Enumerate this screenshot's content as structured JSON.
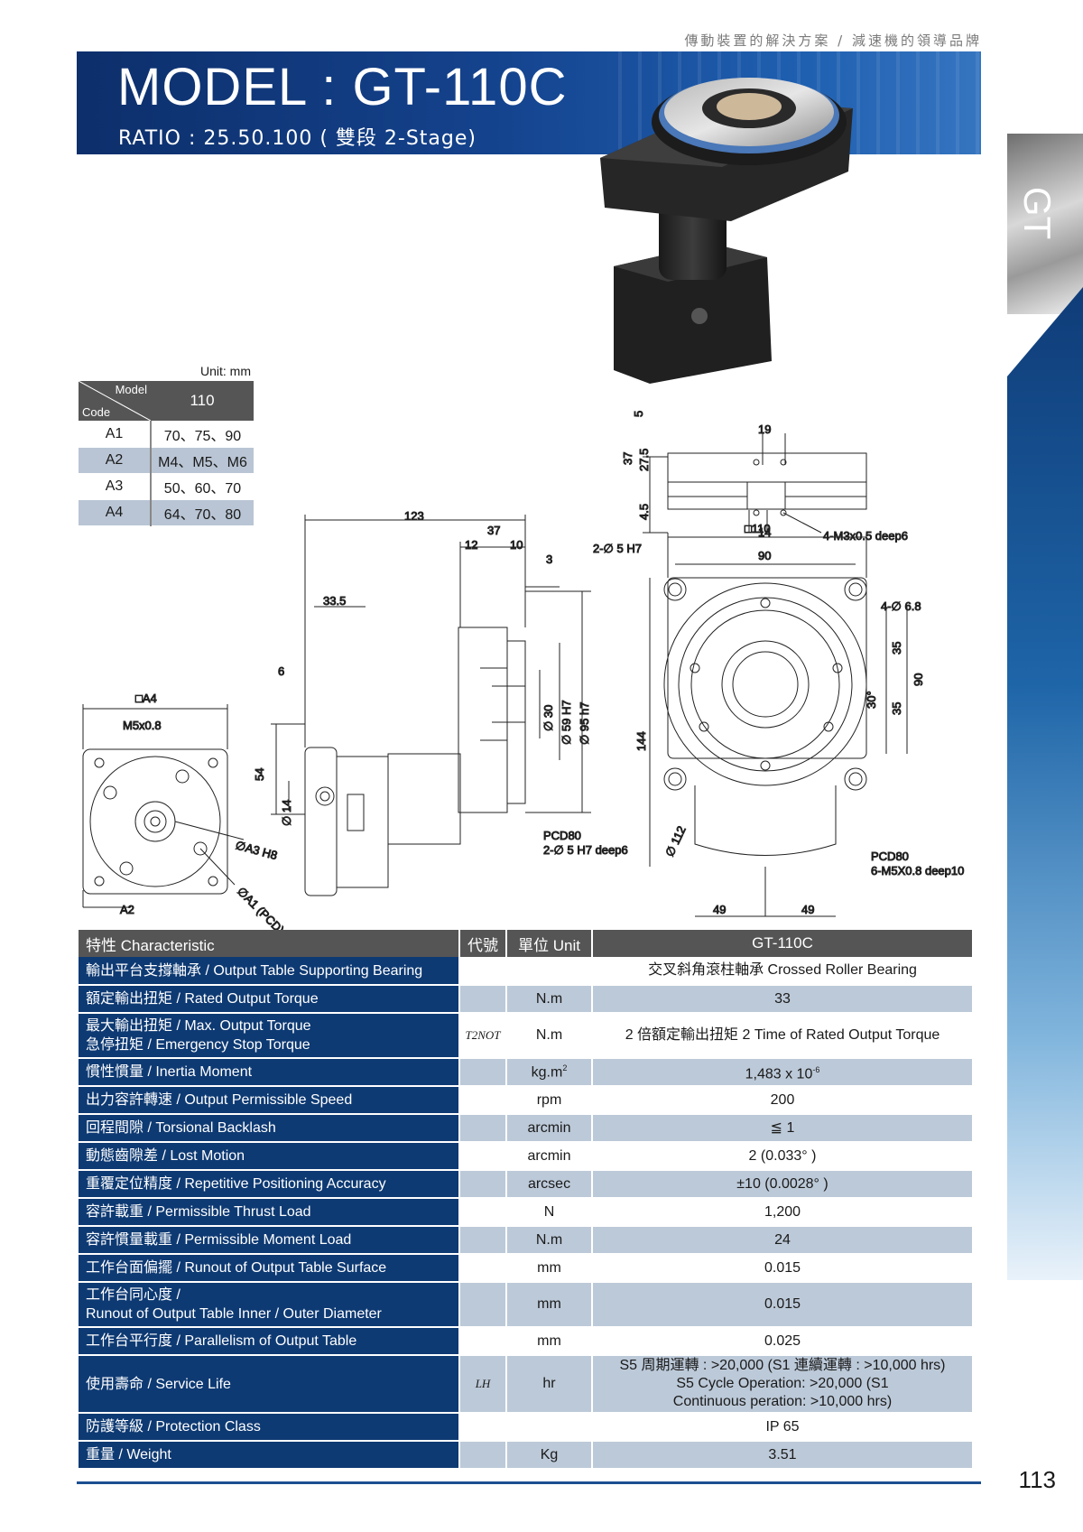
{
  "tagline": "傳動裝置的解決方案 / 減速機的領導品牌",
  "header": {
    "title": "MODEL : GT-110C",
    "ratio": "RATIO : 25.50.100 ( 雙段 2-Stage)"
  },
  "side_label": "GT",
  "code_table": {
    "unit_note": "Unit: mm",
    "header_model": "Model",
    "header_code": "Code",
    "header_value": "110",
    "rows": [
      {
        "code": "A1",
        "value": "70、75、90"
      },
      {
        "code": "A2",
        "value": "M4、M5、M6"
      },
      {
        "code": "A3",
        "value": "50、60、70"
      },
      {
        "code": "A4",
        "value": "64、70、80"
      }
    ]
  },
  "drawing_labels": {
    "d123": "123",
    "d37": "37",
    "d12": "12",
    "d10": "10",
    "d3": "3",
    "d33_5": "33.5",
    "d6": "6",
    "d54": "54",
    "d14": "∅ 14",
    "d30": "∅ 30",
    "d59": "∅ 59 H7",
    "d95": "∅ 95 h7",
    "a4": "□A4",
    "m5": "M5x0.8",
    "a2": "A2",
    "a3": "∅A3 H8",
    "a1": "∅A1 (PCD)",
    "top19": "19",
    "top5": "5",
    "top37": "37",
    "top27_5": "27.5",
    "top4_5": "4.5",
    "top14": "14",
    "topm3": "4-M3x0.5 deep6",
    "sq110": "□110",
    "d90": "90",
    "hole25": "2-∅ 5 H7",
    "hole46": "4-∅ 6.8",
    "d144": "144",
    "d35a": "35",
    "d35b": "35",
    "d90v": "90",
    "deg30": "30°",
    "d112": "∅ 112",
    "d49a": "49",
    "d49b": "49",
    "pcd80a": "PCD80",
    "pcd80a2": "2-∅ 5 H7 deep6",
    "pcd80b": "PCD80",
    "pcd80b2": "6-M5X0.8 deep10"
  },
  "spec_table": {
    "headers": {
      "characteristic": "特性 Characteristic",
      "symbol": "代號",
      "unit": "單位 Unit",
      "model": "GT-110C"
    },
    "rows": [
      {
        "label": "輸出平台支撐軸承 / Output Table Supporting Bearing",
        "symbol": "",
        "unit": "",
        "value": "交叉斜角滾柱軸承 Crossed Roller Bearing"
      },
      {
        "label": "額定輸出扭矩 / Rated Output Torque",
        "symbol": "",
        "unit": "N.m",
        "value": "33"
      },
      {
        "label": "最大輸出扭矩 / Max. Output Torque",
        "label2": "急停扭矩 / Emergency Stop Torque",
        "symbol": "T2NOT",
        "unit": "N.m",
        "value": "2 倍額定輸出扭矩 2 Time of Rated Output Torque"
      },
      {
        "label": "慣性慣量 / Inertia Moment",
        "symbol": "",
        "unit": "kg.m",
        "unit_sup": "2",
        "value": "1,483 x 10",
        "value_sup": "-6"
      },
      {
        "label": "出力容許轉速 / Output Permissible Speed",
        "symbol": "",
        "unit": "rpm",
        "value": "200"
      },
      {
        "label": "回程間隙 / Torsional Backlash",
        "symbol": "",
        "unit": "arcmin",
        "value": "≦ 1"
      },
      {
        "label": "動態齒隙差 / Lost Motion",
        "symbol": "",
        "unit": "arcmin",
        "value": "2 (0.033° )"
      },
      {
        "label": "重覆定位精度 / Repetitive Positioning Accuracy",
        "symbol": "",
        "unit": "arcsec",
        "value": "±10 (0.0028° )"
      },
      {
        "label": "容許載重 / Permissible Thrust Load",
        "symbol": "",
        "unit": "N",
        "value": "1,200"
      },
      {
        "label": "容許慣量載重 / Permissible Moment Load",
        "symbol": "",
        "unit": "N.m",
        "value": "24"
      },
      {
        "label": "工作台面偏擺 / Runout of Output Table Surface",
        "symbol": "",
        "unit": "mm",
        "value": "0.015"
      },
      {
        "label": "工作台同心度 /",
        "label2": "Runout of Output Table Inner / Outer Diameter",
        "symbol": "",
        "unit": "mm",
        "value": "0.015"
      },
      {
        "label": "工作台平行度 / Parallelism of Output Table",
        "symbol": "",
        "unit": "mm",
        "value": "0.025"
      },
      {
        "label": "使用壽命 / Service Life",
        "symbol": "LH",
        "unit": "hr",
        "value": "S5 周期運轉 : >20,000 (S1 連續運轉 : >10,000 hrs)",
        "value2": "S5 Cycle Operation: >20,000 (S1",
        "value3": "Continuous peration: >10,000 hrs)"
      },
      {
        "label": "防護等級 / Protection Class",
        "symbol": "",
        "unit": "",
        "value": "IP 65"
      },
      {
        "label": "重量 / Weight",
        "symbol": "",
        "unit": "Kg",
        "value": "3.51"
      }
    ]
  },
  "page_number": "113"
}
